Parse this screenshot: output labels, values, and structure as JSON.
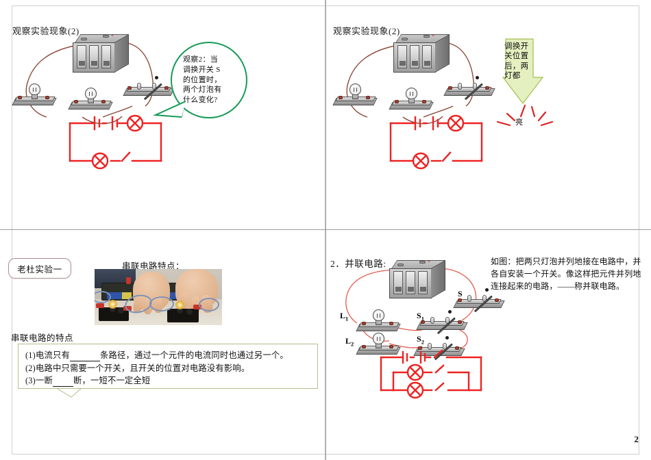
{
  "document": {
    "type": "slide-handout",
    "page_number": "2",
    "slide_count": 4
  },
  "slides": {
    "top_left": {
      "title": "观察实验现象(2)",
      "callout": {
        "shape": "oval-speech-bubble",
        "border_color": "#179b57",
        "lines": [
          "观察2：当",
          "调换开关 S",
          "的位置时，",
          "两个灯泡有",
          "什么变化?"
        ]
      },
      "apparatus": {
        "battery_label": "+",
        "components": [
          "battery-pack",
          "lamp-1",
          "lamp-2",
          "knife-switch"
        ]
      },
      "schematic": {
        "color": "#ee2222",
        "elements": [
          "battery-symbol",
          "lamp-symbol-top",
          "lamp-symbol-bottom",
          "open-switch"
        ]
      }
    },
    "top_right": {
      "title": "观察实验现象(2)",
      "arrow": {
        "fill_color": "#e4f0c0",
        "border_color": "#9fbf50",
        "lines": [
          "调换开",
          "关位置",
          "后，两",
          "灯都"
        ]
      },
      "result_text": "亮",
      "result_color": "#dd2222",
      "apparatus": {
        "battery_label": "+",
        "components": [
          "battery-pack",
          "lamp-1",
          "lamp-2",
          "knife-switch"
        ]
      },
      "schematic": {
        "color": "#ee2222",
        "elements": [
          "battery-symbol",
          "lamp-symbol-top",
          "lamp-symbol-bottom",
          "open-switch"
        ]
      }
    },
    "bottom_left": {
      "badge": "老杜实验一",
      "photo_caption": "串联电路特点：",
      "section_label": "串联电路的特点",
      "characteristics": [
        {
          "num": "(1)",
          "pre": "电流只有",
          "blank": "______",
          "post": "条路径，通过一个元件的电流同时也通过另一个。"
        },
        {
          "num": "(2)",
          "pre": "电路中只需要一个开关，且开关的位置对电路没有影响。",
          "blank": "",
          "post": ""
        },
        {
          "num": "(3)",
          "pre": "一断",
          "blank": "____",
          "post": "断，一短不一定全短"
        }
      ]
    },
    "bottom_right": {
      "title": "2．并联电路:",
      "description": "如图：把两只灯泡并列地接在电路中，并各自安装一个开关。像这样把元件并列地连接起来的电路，——称并联电路。",
      "labels": {
        "lamp1": "L",
        "lamp1_sub": "1",
        "lamp2": "L",
        "lamp2_sub": "2",
        "switch_main": "S",
        "switch1": "S",
        "switch1_sub": "1",
        "switch2": "S",
        "switch2_sub": "2"
      },
      "schematic": {
        "color": "#ee2222",
        "elements": [
          "battery-symbol",
          "lamp-branch-1",
          "lamp-branch-2",
          "switch-main",
          "switch-branch-1",
          "switch-branch-2"
        ]
      }
    }
  },
  "colors": {
    "schematic_red": "#ee2222",
    "bubble_green": "#179b57",
    "arrow_green_fill": "#e4f0c0",
    "arrow_green_border": "#9fbf50",
    "badge_border": "#b08a8e",
    "charbox_border": "#b7bb8e",
    "frame_gray": "#b0b0b0"
  }
}
